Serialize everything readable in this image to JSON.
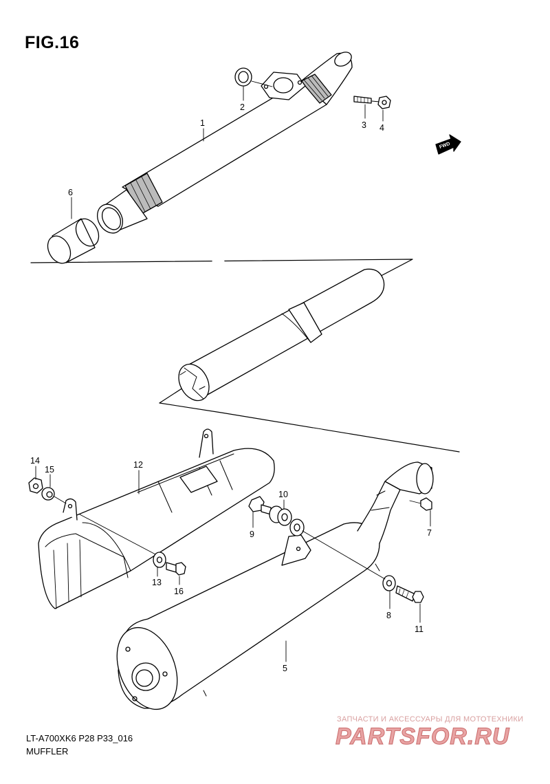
{
  "figure": {
    "title": "FIG.16",
    "code": "LT-A700XK6 P28 P33_016",
    "name": "MUFFLER"
  },
  "fwd_badge": "FWD",
  "callouts": [
    "1",
    "2",
    "3",
    "4",
    "5",
    "6",
    "7",
    "8",
    "9",
    "10",
    "11",
    "12",
    "13",
    "14",
    "15",
    "16"
  ],
  "watermark": {
    "tagline": "ЗАПЧАСТИ И АКСЕССУАРЫ ДЛЯ МОТОТЕХНИКИ",
    "logo": "PARTSFOR.RU"
  },
  "colors": {
    "line": "#000000",
    "watermark": "#e8a3a3"
  }
}
